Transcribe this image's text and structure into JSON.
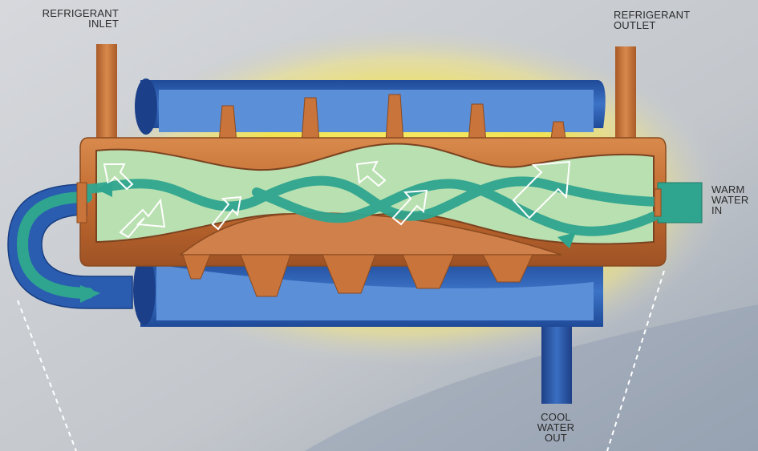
{
  "labels": {
    "refrigerant_inlet": [
      "REFRIGERANT",
      "INLET"
    ],
    "refrigerant_outlet": [
      "REFRIGERANT",
      "OUTLET"
    ],
    "warm_water_in": [
      "WARM",
      "WATER",
      "IN"
    ],
    "cool_water_out": [
      "COOL",
      "WATER",
      "OUT"
    ]
  },
  "colors": {
    "background": "#c9ccd0",
    "glow": "#f4e44a",
    "refrigerant_tube": "#c8743a",
    "shell": "#2f5fb0",
    "water_channel": "#b9e0b0",
    "flow_arrow": "#2fa58f"
  }
}
